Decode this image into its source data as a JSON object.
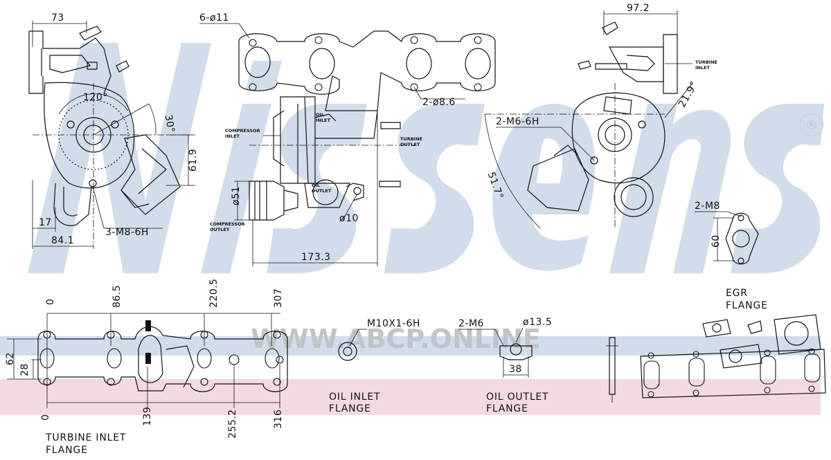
{
  "watermark": {
    "brand": "Nissens",
    "registered": "®",
    "site": "WWW.ABCP.ONLINE"
  },
  "left_view": {
    "dims": {
      "top": "73",
      "angle1": "120°",
      "angle2": "30°",
      "height": "61.9",
      "bottom_left": "17",
      "bottom_width": "84.1",
      "thread": "3-M8-6H"
    }
  },
  "center_view": {
    "dims": {
      "holes_top": "6-ø11",
      "holes_side": "2-ø8.6",
      "dia_outlet": "ø51",
      "dia_oil": "ø10",
      "width": "173.3"
    },
    "labels": {
      "compressor_inlet_1": "COMPRESSOR",
      "compressor_inlet_2": "INLET",
      "oil_inlet_1": "OIL",
      "oil_inlet_2": "INLET",
      "turbine_outlet_1": "TURBINE",
      "turbine_outlet_2": "OUTLET",
      "oil_outlet_1": "OIL",
      "oil_outlet_2": "OUTLET",
      "compressor_outlet_1": "COMPRESSOR",
      "compressor_outlet_2": "OUTLET"
    }
  },
  "right_view": {
    "dims": {
      "top": "97.2",
      "angle": "21.9°",
      "thread": "2-M6-6H",
      "angle2": "51.7°"
    },
    "labels": {
      "turbine_inlet_1": "TURBINE",
      "turbine_inlet_2": "INLET"
    }
  },
  "egr_flange": {
    "thread": "2-M8",
    "height": "60",
    "title_1": "EGR",
    "title_2": "FLANGE"
  },
  "turbine_inlet_flange": {
    "top_dims": [
      "0",
      "86.5",
      "220.5",
      "307"
    ],
    "bottom_dims": [
      "0",
      "139",
      "255.2",
      "316"
    ],
    "side_dims": [
      "62",
      "28"
    ],
    "title_1": "TURBINE  INLET",
    "title_2": "FLANGE"
  },
  "oil_inlet_flange": {
    "thread": "M10X1-6H",
    "title_1": "OIL  INLET",
    "title_2": "FLANGE"
  },
  "oil_outlet_flange": {
    "thread": "2-M6",
    "dia": "ø13.5",
    "width": "38",
    "title_1": "OIL  OUTLET",
    "title_2": "FLANGE"
  }
}
